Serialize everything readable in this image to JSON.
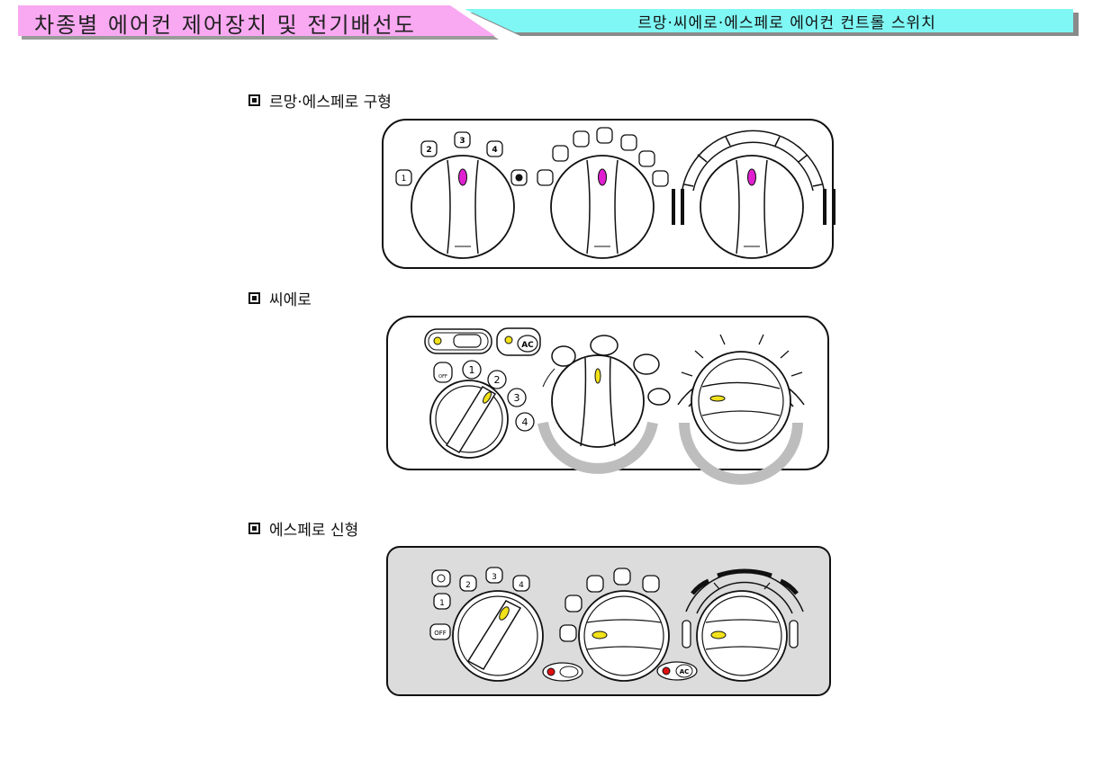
{
  "header": {
    "left_title": "차종별 에어컨 제어장치 및 전기배선도",
    "right_title": "르망·씨에로·에스페로 에어컨 컨트롤 스위치"
  },
  "sections": [
    {
      "label": "르망·에스페로 구형"
    },
    {
      "label": "씨에로"
    },
    {
      "label": "에스페로 신형"
    }
  ],
  "panel1": {
    "fan_labels": [
      "1",
      "2",
      "3",
      "4"
    ]
  },
  "panel2": {
    "fan_labels": [
      "1",
      "2",
      "3",
      "4"
    ],
    "ac_label": "AC",
    "off_label": "OFF"
  },
  "panel3": {
    "fan_labels": [
      "1",
      "2",
      "3",
      "4"
    ],
    "off_label": "OFF",
    "ac_label": "AC"
  },
  "colors": {
    "indicator_magenta": "#e020d0",
    "indicator_yellow": "#f2e21a",
    "led_red": "#e01010",
    "panel3_bg": "#dcdcdc",
    "header_pink": "#f9a8f2",
    "header_cyan": "#7ff7f4"
  }
}
